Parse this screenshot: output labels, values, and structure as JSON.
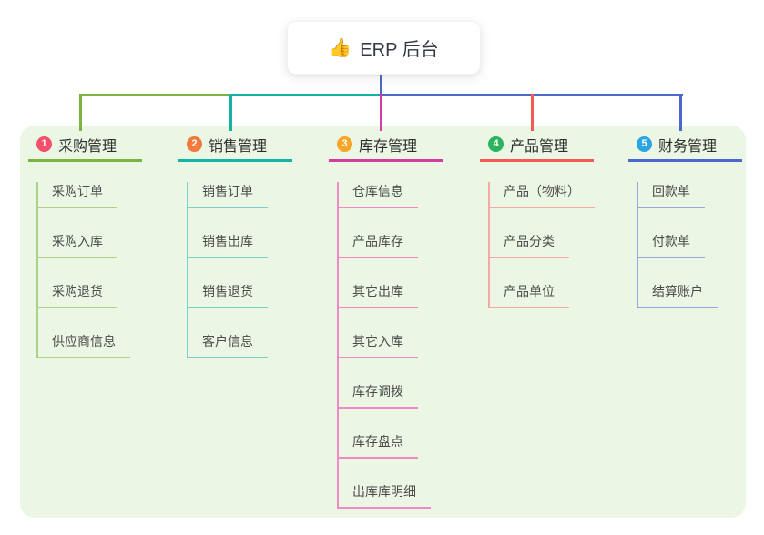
{
  "root": {
    "icon": "👍",
    "label": "ERP 后台"
  },
  "branches": [
    {
      "badge": "1",
      "label": "采购管理",
      "colors": {
        "main": "#78b541",
        "light": "#abd286",
        "badge": "#f4506c"
      },
      "children": [
        "采购订单",
        "采购入库",
        "采购退货",
        "供应商信息"
      ]
    },
    {
      "badge": "2",
      "label": "销售管理",
      "colors": {
        "main": "#16b2a5",
        "light": "#79d1ca",
        "badge": "#f27a3b"
      },
      "children": [
        "销售订单",
        "销售出库",
        "销售退货",
        "客户信息"
      ]
    },
    {
      "badge": "3",
      "label": "库存管理",
      "colors": {
        "main": "#d03f9e",
        "light": "#ef8ac5",
        "badge": "#f6a525"
      },
      "children": [
        "仓库信息",
        "产品库存",
        "其它出库",
        "其它入库",
        "库存调拨",
        "库存盘点",
        "出库库明细"
      ]
    },
    {
      "badge": "4",
      "label": "产品管理",
      "colors": {
        "main": "#f15b54",
        "light": "#f8a8a2",
        "badge": "#2bb45b"
      },
      "children": [
        "产品（物料）",
        "产品分类",
        "产品单位"
      ]
    },
    {
      "badge": "5",
      "label": "财务管理",
      "colors": {
        "main": "#4b68cd",
        "light": "#98a7e0",
        "badge": "#2ba4e2"
      },
      "children": [
        "回款单",
        "付款单",
        "结算账户"
      ]
    }
  ]
}
